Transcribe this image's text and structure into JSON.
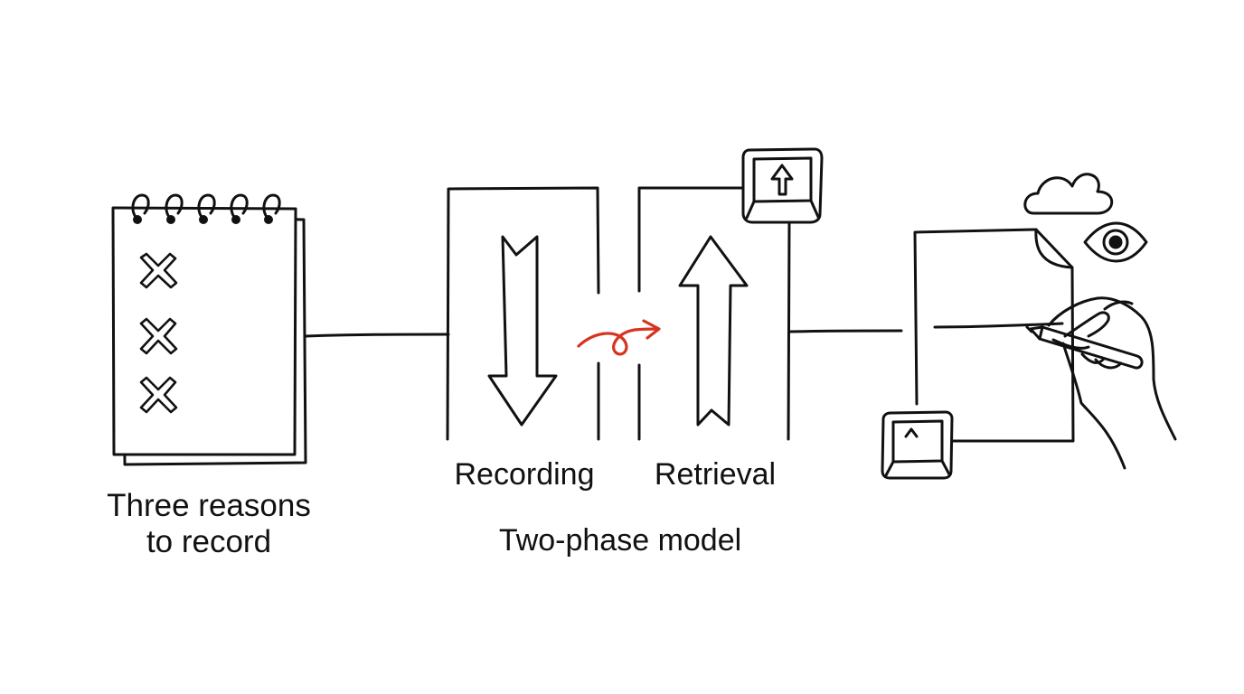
{
  "labels": {
    "three_reasons_line1": "Three reasons",
    "three_reasons_line2": "to record",
    "recording": "Recording",
    "retrieval": "Retrieval",
    "two_phase_model": "Two-phase model"
  },
  "icons": {
    "notepad": "spiral-notepad-icon",
    "cross": "x-mark-icon",
    "down_arrow": "down-arrow-icon",
    "up_arrow": "up-arrow-icon",
    "curly_arrow": "curly-arrow-icon",
    "key_up": "up-arrow-key-icon",
    "key_caret": "caret-key-icon",
    "cloud": "cloud-icon",
    "eye": "eye-icon",
    "document": "document-icon",
    "hand_pen": "hand-writing-icon"
  },
  "colors": {
    "ink": "#111111",
    "accent": "#d7341f",
    "background": "#ffffff"
  }
}
